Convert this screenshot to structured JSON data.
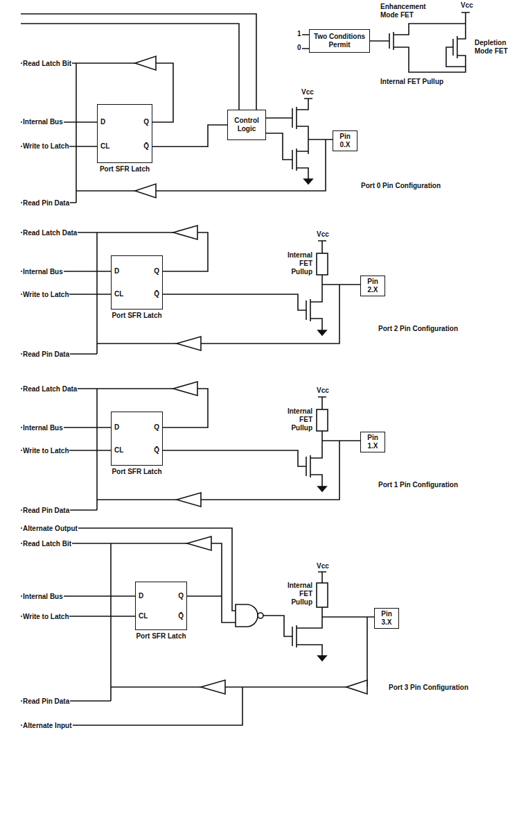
{
  "diagram": {
    "nodes": [
      {
        "text": [
          "D",
          "Q",
          "CL",
          "Q̄",
          "Port SFR Latch"
        ]
      },
      {
        "text": [
          "Control Logic"
        ]
      },
      {
        "text": [
          "Two Conditions Permit"
        ]
      },
      {
        "text": [
          "Pin 0.X"
        ]
      },
      {
        "text": [
          "D",
          "Q",
          "CL",
          "Q̄",
          "Port SFR Latch"
        ]
      },
      {
        "text": [
          "Pin 2.X"
        ]
      },
      {
        "text": [
          "D",
          "Q",
          "CL",
          "Q̄",
          "Port SFR Latch"
        ]
      },
      {
        "text": [
          "Pin 1.X"
        ]
      },
      {
        "text": [
          "D",
          "Q",
          "CL",
          "Q̄",
          "Port SFR Latch"
        ]
      },
      {
        "text": [
          "Pin 3.X"
        ]
      }
    ],
    "edges": [
      {
        "from": 0,
        "to": 1,
        "arrow": "none"
      }
    ],
    "labels": [
      "Read Latch Bit",
      "Internal Bus",
      "Write to Latch",
      "Read Pin Data",
      "1",
      "0",
      "Vcc",
      "Enhancement Mode FET",
      "Vcc",
      "Depletion Mode FET",
      "Internal FET Pullup",
      "Port 0 Pin Configuration",
      "Read Latch Data",
      "Internal Bus",
      "Write to Latch",
      "Vcc",
      "Internal FET Pullup",
      "Port 2 Pin Configuration",
      "Read Pin Data",
      "Read Latch Data",
      "Internal Bus",
      "Write to Latch",
      "Vcc",
      "Internal FET Pullup",
      "Port 1 Pin Configuration",
      "Read Pin Data",
      "Alternate Output",
      "Read Latch Bit",
      "Internal Bus",
      "Write to Latch",
      "Vcc",
      "Internal FET Pullup",
      "Port 3 Pin Configuration",
      "Read Pin Data",
      "Alternate Input"
    ]
  }
}
